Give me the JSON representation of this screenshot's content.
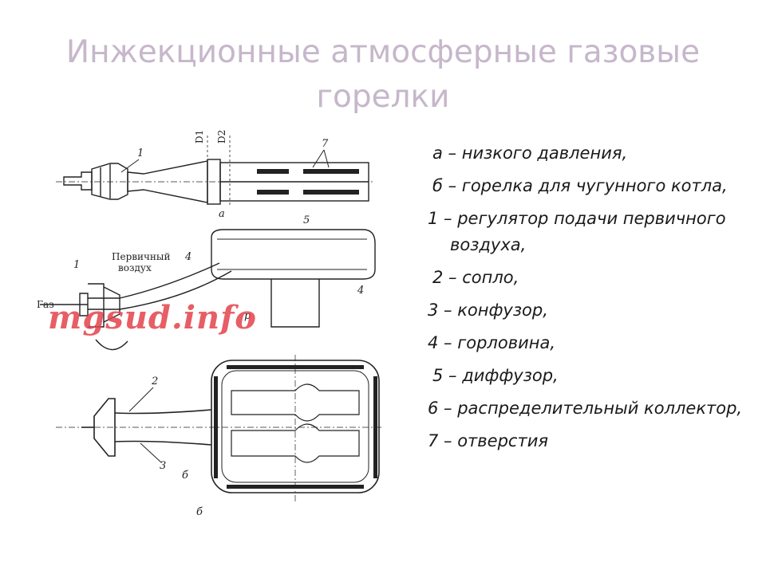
{
  "title": {
    "line1": "Инжекционные атмосферные газовые",
    "line2": "горелки"
  },
  "legend": [
    "а – низкого давления,",
    "б – горелка для чугунного котла,",
    "1 – регулятор подачи первичного воздуха,",
    "2 – сопло,",
    "3 – конфузор,",
    "4 – горловина,",
    "5 – диффузор,",
    "6 – распределительный коллектор,",
    "7 – отверстия"
  ],
  "figure": {
    "label_a": "а",
    "label_b": "б",
    "d1": "D1",
    "d2": "D2",
    "primary_air_1": "Первичный",
    "primary_air_2": "воздух",
    "gas": "Газ",
    "p": "р",
    "n1a": "1",
    "n7": "7",
    "n5": "5",
    "n4a": "4",
    "n4b": "4",
    "n1b": "1",
    "n2": "2",
    "n3": "3",
    "n6": "б",
    "watermark": "mgsud.info"
  }
}
